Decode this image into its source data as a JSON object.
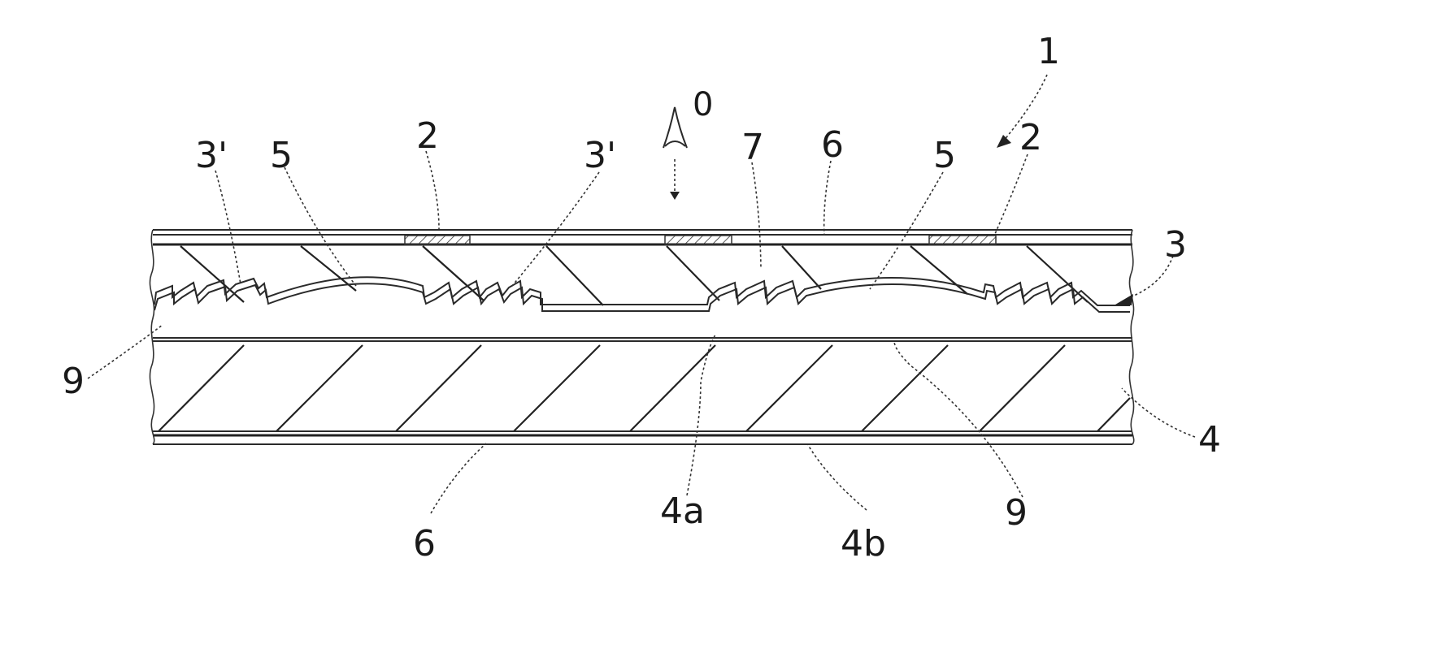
{
  "figure": {
    "labels": {
      "ref_1": "1",
      "ref_0": "0",
      "ref_2_left": "2",
      "ref_2_right": "2",
      "ref_3": "3",
      "ref_3p_left": "3'",
      "ref_3p_mid": "3'",
      "ref_4": "4",
      "ref_4a": "4a",
      "ref_4b": "4b",
      "ref_5_left": "5",
      "ref_5_right": "5",
      "ref_6_top": "6",
      "ref_6_bottom": "6",
      "ref_7": "7",
      "ref_9_left": "9",
      "ref_9_right": "9"
    }
  }
}
